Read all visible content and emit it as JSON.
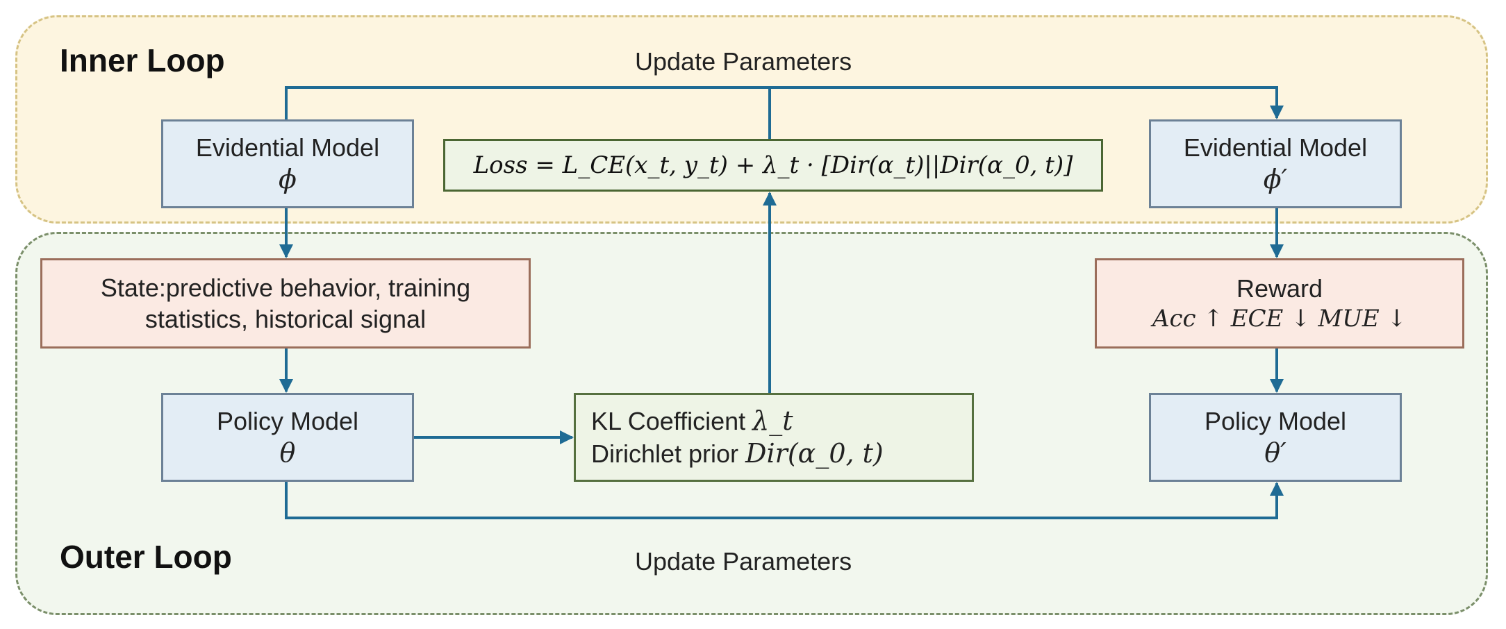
{
  "inner_loop": {
    "title": "Inner Loop",
    "update_label": "Update Parameters"
  },
  "outer_loop": {
    "title": "Outer Loop",
    "update_label": "Update Parameters"
  },
  "evidential_model_left": {
    "label": "Evidential Model",
    "symbol": "ϕ"
  },
  "evidential_model_right": {
    "label": "Evidential Model",
    "symbol": "ϕ′"
  },
  "loss": {
    "formula": "Loss = L_CE(x_t, y_t) + λ_t · [Dir(α_t)||Dir(α_0, t)]"
  },
  "state": {
    "line1": "State:predictive behavior, training",
    "line2": "statistics, historical signal"
  },
  "reward": {
    "label": "Reward",
    "metrics": "Acc ↑ ECE ↓ MUE ↓"
  },
  "policy_model_left": {
    "label": "Policy Model",
    "symbol": "θ"
  },
  "policy_model_right": {
    "label": "Policy Model",
    "symbol": "θ′"
  },
  "kl_box": {
    "line1_text": "KL Coefficient ",
    "line1_symbol": "λ_t",
    "line2_text": "Dirichlet prior ",
    "line2_symbol": "Dir(α_0, t)"
  },
  "colors": {
    "arrow": "#1f6b94",
    "inner_fill": "#fdf5e0",
    "outer_fill": "#f2f7ee",
    "model_fill": "#e3edf5",
    "state_fill": "#fbeae3",
    "kl_fill": "#eef4e6"
  }
}
